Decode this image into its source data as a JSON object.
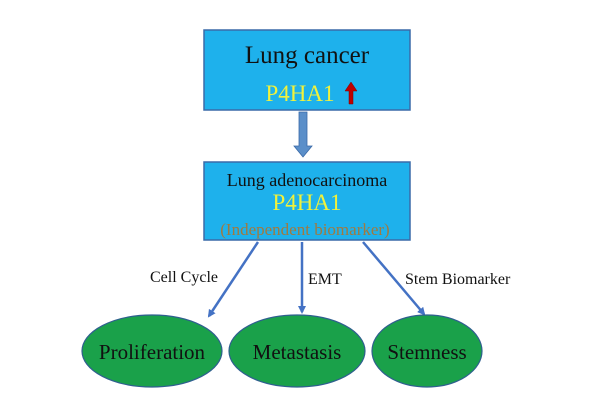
{
  "top_box": {
    "title": "Lung cancer",
    "gene": "P4HA1",
    "indicator_icon": "up-arrow-icon"
  },
  "middle_box": {
    "title": "Lung adenocarcinoma",
    "gene": "P4HA1",
    "note": "(Independent biomarker)"
  },
  "edges": [
    {
      "label": "Cell Cycle",
      "target": "Proliferation"
    },
    {
      "label": "EMT",
      "target": "Metastasis"
    },
    {
      "label": "Stem Biomarker",
      "target": "Stemness"
    }
  ],
  "outcomes": [
    "Proliferation",
    "Metastasis",
    "Stemness"
  ],
  "colors": {
    "box_fill": "#1eb1ec",
    "box_border": "#3a6aa8",
    "gene_text": "#f2f23a",
    "note_text": "#a07a40",
    "up_arrow": "#c00000",
    "ellipse_fill": "#1aa14a",
    "ellipse_border": "#2f5f8f",
    "edge_arrow": "#4472c4"
  }
}
